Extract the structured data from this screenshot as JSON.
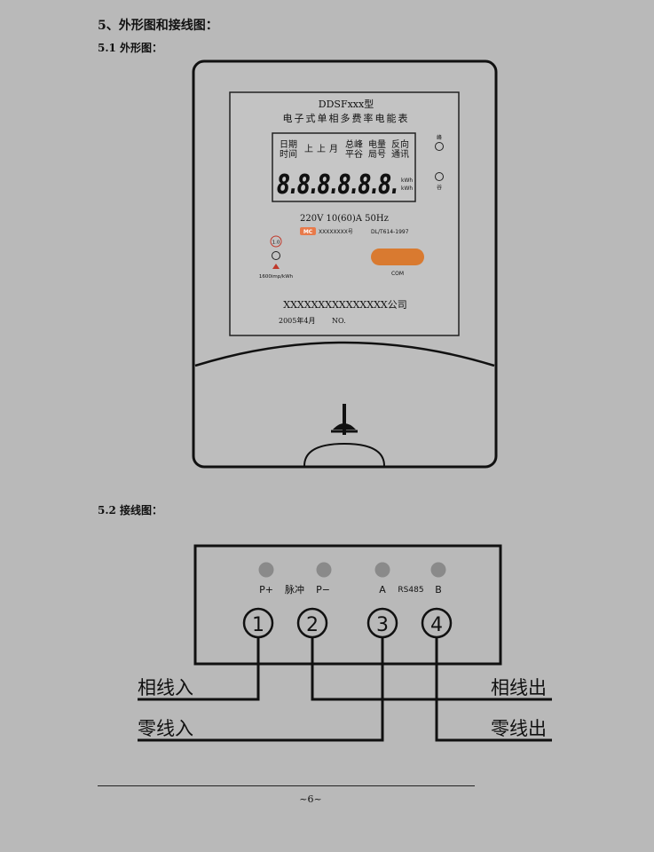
{
  "section": {
    "heading": "5、外形图和接线图：",
    "sub1": "5.1 外形图：",
    "sub2": "5.2 接线图："
  },
  "meter": {
    "model": "DDSFxxx型",
    "name": "电子式单相多费率电能表",
    "lcd_labels": [
      {
        "top": "日期",
        "bottom": "时间"
      },
      {
        "top": "上",
        "bottom": ""
      },
      {
        "top": "上",
        "bottom": ""
      },
      {
        "top": "月",
        "bottom": ""
      },
      {
        "top": "总峰",
        "bottom": "平谷"
      },
      {
        "top": "电量",
        "bottom": "局号"
      },
      {
        "top": "反向",
        "bottom": "通讯"
      }
    ],
    "digits": "8.8.8.8.8.8.",
    "unit_top": "kWh",
    "unit_bottom": "kWh",
    "indicator_top": "峰",
    "indicator_bottom": "谷",
    "rating": "220V 10(60)A 50Hz",
    "mc_mark": "MC",
    "license": "XXXXXXXX号",
    "standard": "DL/T614-1997",
    "class_badge": "1.0",
    "impulse": "1600imp/kWh",
    "com_label": "COM",
    "company": "XXXXXXXXXXXXXXX公司",
    "date": "2005年4月",
    "no_label": "NO."
  },
  "wiring": {
    "terminal_labels": [
      "P+",
      "脉冲",
      "P−",
      "A",
      "RS485",
      "B"
    ],
    "terminals": [
      "1",
      "2",
      "3",
      "4"
    ],
    "phase_in": "相线入",
    "neutral_in": "零线入",
    "phase_out": "相线出",
    "neutral_out": "零线出"
  },
  "footer": {
    "page": "~6~"
  }
}
